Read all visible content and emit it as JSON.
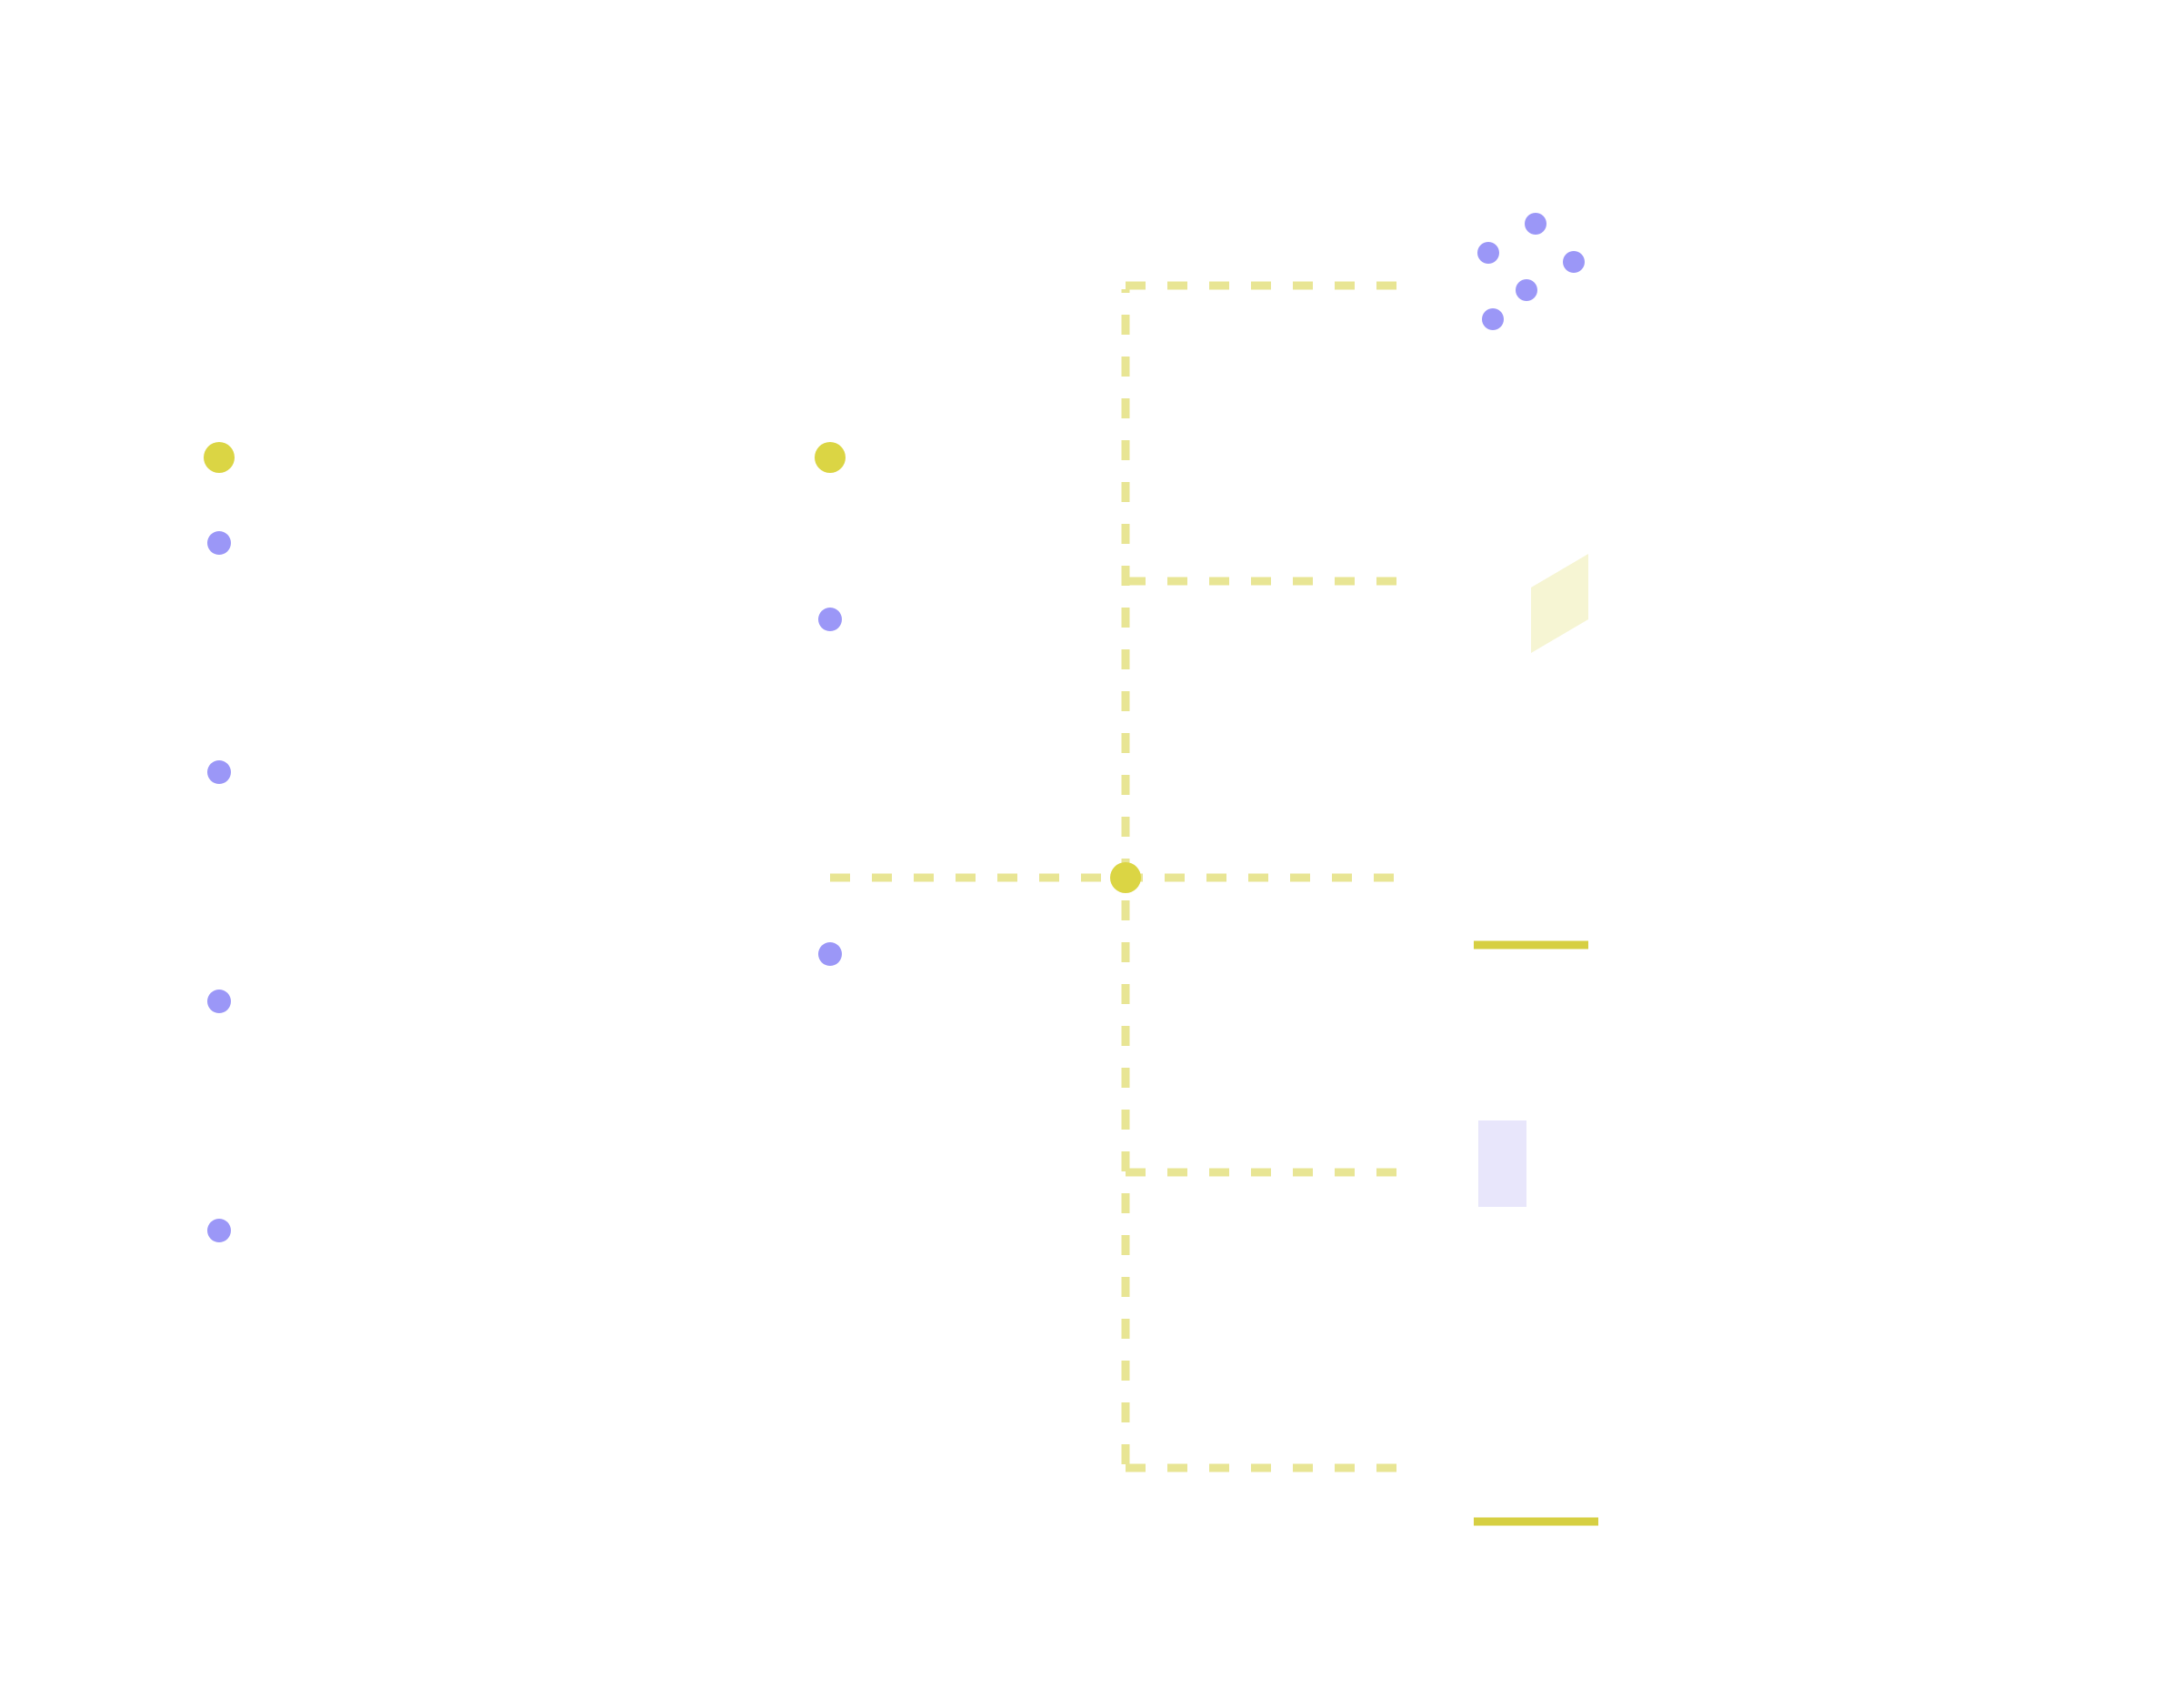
{
  "colors": {
    "background": "#ffffff",
    "primary_node": "#dbd544",
    "secondary_node": "#9b97f7",
    "connector": "#e8e594",
    "legend_fill_light": "#f6f5d3",
    "legend_rect_fill": "#e8e6fb",
    "legend_line": "#d6cf42"
  },
  "diagram": {
    "type": "dot-matrix-and-branch-diagram",
    "hub_count": 1,
    "branch_count": 5,
    "left_column_markers": [
      "primary",
      "secondary",
      "secondary",
      "secondary",
      "secondary"
    ],
    "middle_column_markers": [
      "primary",
      "secondary",
      "secondary"
    ],
    "legend": [
      {
        "kind": "scatter",
        "icon": "scatter-points-icon"
      },
      {
        "kind": "parallelogram",
        "icon": "parallelogram-icon"
      },
      {
        "kind": "line",
        "icon": "line-icon"
      },
      {
        "kind": "rectangle",
        "icon": "rectangle-icon"
      },
      {
        "kind": "line",
        "icon": "line-icon"
      }
    ]
  }
}
